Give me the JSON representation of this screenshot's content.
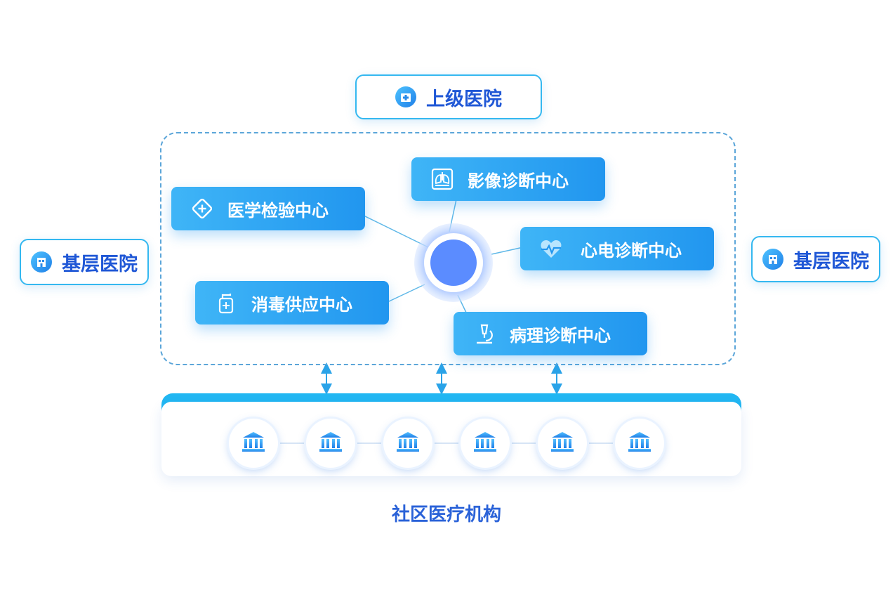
{
  "top_hospital": {
    "label": "上级医院",
    "icon": "hospital-icon"
  },
  "left_hospital": {
    "label": "基层医院",
    "icon": "hospital-building-icon"
  },
  "right_hospital": {
    "label": "基层医院",
    "icon": "hospital-building-icon"
  },
  "centers": [
    {
      "label": "医学检验中心",
      "icon": "plus-diamond-icon"
    },
    {
      "label": "影像诊断中心",
      "icon": "lung-xray-icon"
    },
    {
      "label": "心电诊断中心",
      "icon": "heart-pulse-icon"
    },
    {
      "label": "消毒供应中心",
      "icon": "sanitizer-bottle-icon"
    },
    {
      "label": "病理诊断中心",
      "icon": "microscope-icon"
    }
  ],
  "community": {
    "caption": "社区医疗机构",
    "node_count": 6,
    "node_icon": "institution-building-icon"
  },
  "colors": {
    "primary_blue": "#2196ef",
    "light_blue": "#3fb5f7",
    "text_blue": "#1f57d6",
    "hub": "#5b8cff",
    "dashed_border": "#5ca6d9"
  }
}
